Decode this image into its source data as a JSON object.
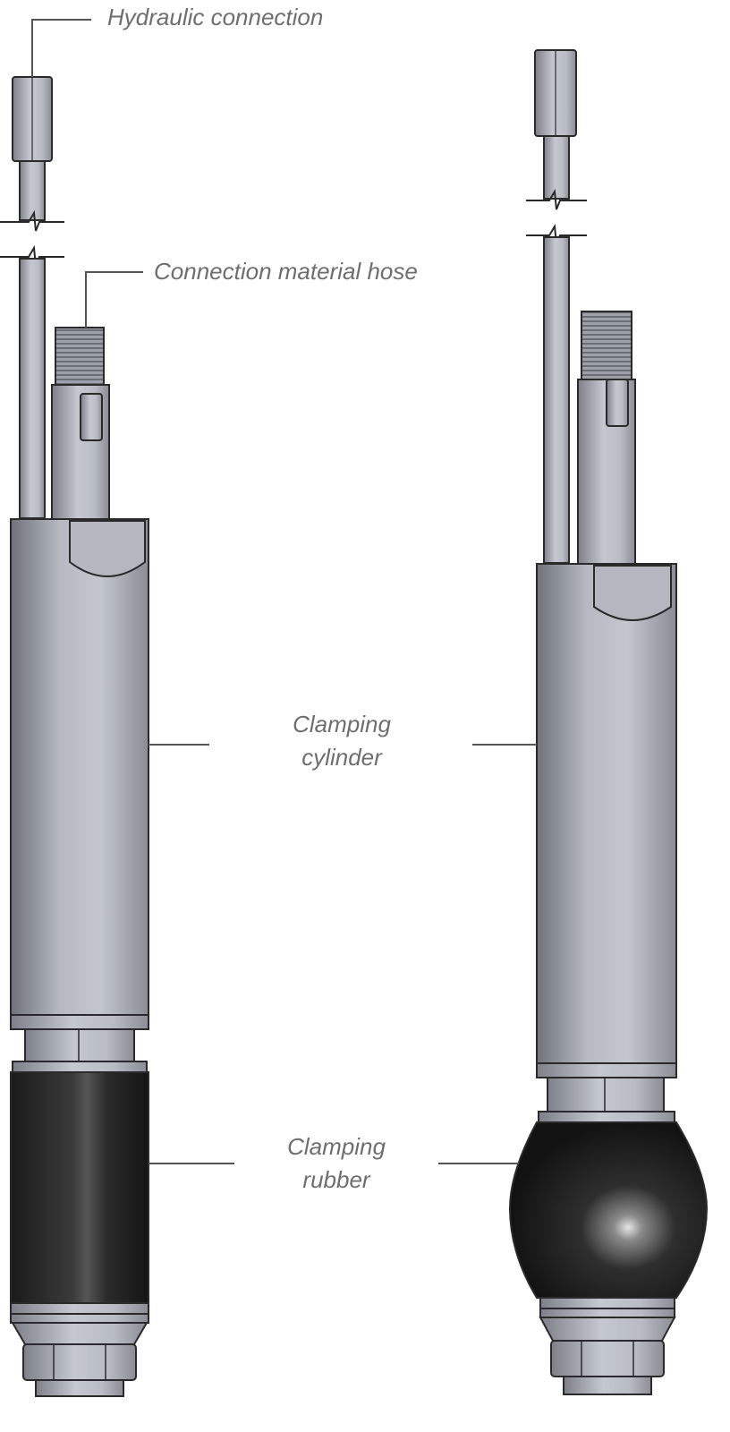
{
  "labels": {
    "hydraulic_connection": "Hydraulic connection",
    "connection_material_hose": "Connection material hose",
    "clamping_cylinder_line1": "Clamping",
    "clamping_cylinder_line2": "cylinder",
    "clamping_rubber_line1": "Clamping",
    "clamping_rubber_line2": "rubber"
  },
  "views": {
    "left": "unclamped",
    "right": "clamped"
  }
}
